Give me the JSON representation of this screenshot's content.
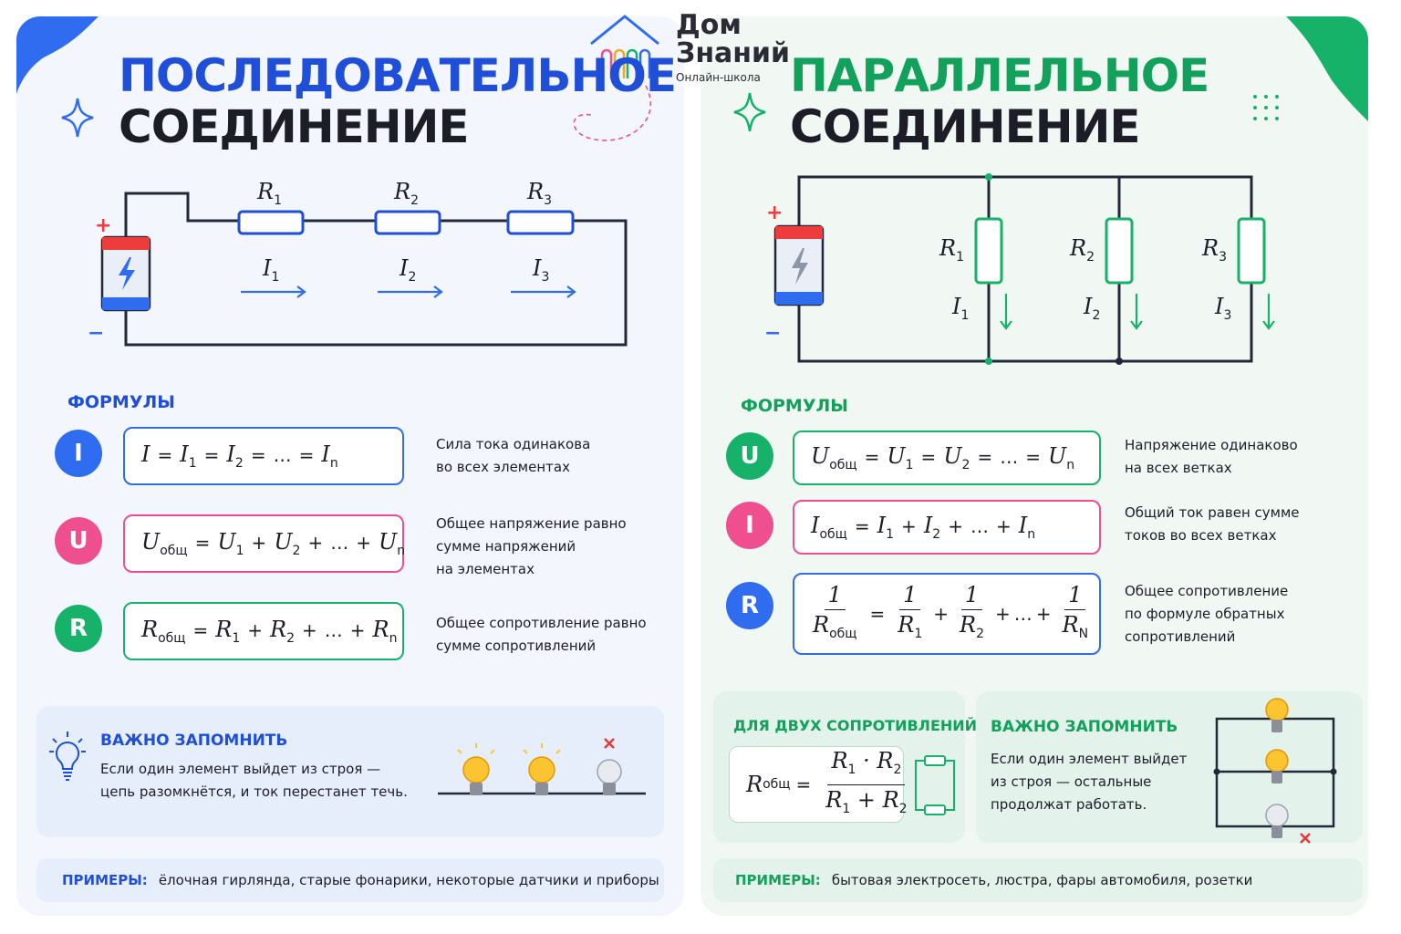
{
  "logo": {
    "line1": "Дом",
    "line2": "Знаний",
    "sub": "Онлайн-школа"
  },
  "series": {
    "title_top": "ПОСЛЕДОВАТЕЛЬНОЕ",
    "title_bottom": "СОЕДИНЕНИЕ",
    "diagram": {
      "resistors": [
        "R1",
        "R2",
        "R3"
      ],
      "currents": [
        "I1",
        "I2",
        "I3"
      ],
      "plus": "+",
      "minus": "−"
    },
    "formulas_heading": "ФОРМУЛЫ",
    "formulas": [
      {
        "badge": "I",
        "desc": [
          "Сила тока одинакова",
          "во всех элементах"
        ]
      },
      {
        "badge": "U",
        "desc": [
          "Общее напряжение равно",
          "сумме напряжений",
          "на элементах"
        ]
      },
      {
        "badge": "R",
        "desc": [
          "Общее сопротивление равно",
          "сумме сопротивлений"
        ]
      }
    ],
    "note_title": "ВАЖНО ЗАПОМНИТЬ",
    "note_text": [
      "Если один элемент выйдет из строя —",
      "цепь разомкнётся, и ток перестанет течь."
    ],
    "examples_label": "ПРИМЕРЫ:",
    "examples_text": "ёлочная гирлянда, старые фонарики, некоторые датчики и приборы"
  },
  "parallel": {
    "title_top": "ПАРАЛЛЕЛЬНОЕ",
    "title_bottom": "СОЕДИНЕНИЕ",
    "diagram": {
      "resistors": [
        "R1",
        "R2",
        "R3"
      ],
      "currents": [
        "I1",
        "I2",
        "I3"
      ],
      "plus": "+",
      "minus": "−"
    },
    "formulas_heading": "ФОРМУЛЫ",
    "formulas": [
      {
        "badge": "U",
        "desc": [
          "Напряжение одинаково",
          "на всех ветках"
        ]
      },
      {
        "badge": "I",
        "desc": [
          "Общий ток равен сумме",
          "токов во всех ветках"
        ]
      },
      {
        "badge": "R",
        "desc": [
          "Общее сопротивление",
          "по формуле обратных",
          "сопротивлений"
        ]
      }
    ],
    "two_title": "ДЛЯ ДВУХ СОПРОТИВЛЕНИЙ",
    "note_title": "ВАЖНО ЗАПОМНИТЬ",
    "note_text": [
      "Если один элемент выйдет",
      "из строя — остальные",
      "продолжат работать."
    ],
    "examples_label": "ПРИМЕРЫ:",
    "examples_text": "бытовая электросеть, люстра, фары автомобиля, розетки"
  },
  "colors": {
    "blue": "#1f4fd8",
    "green": "#12a15a",
    "pink": "#ef4f8f",
    "dark": "#1d1d28",
    "wire": "#232838"
  }
}
